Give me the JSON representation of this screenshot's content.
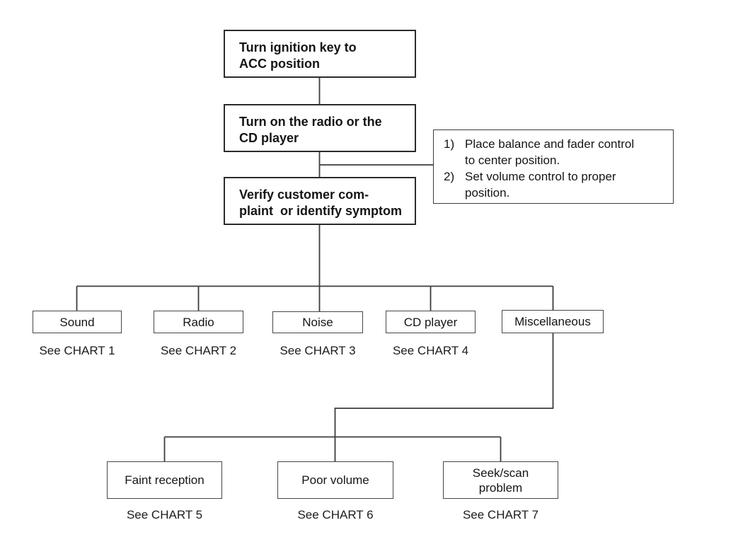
{
  "diagram": {
    "kind": "flowchart",
    "colors": {
      "line": "#3c3c3c",
      "box_border": "#2b2b2b",
      "text": "#151515",
      "background": "#ffffff"
    },
    "steps": [
      {
        "label": "Turn ignition key to\nACC position"
      },
      {
        "label": "Turn on the radio or the\nCD player"
      },
      {
        "label": "Verify customer com-\nplaint  or identify symptom"
      }
    ],
    "note": {
      "items": [
        {
          "num": "1)",
          "text": "Place balance and fader control\nto center position."
        },
        {
          "num": "2)",
          "text": "Set volume control to proper\nposition."
        }
      ]
    },
    "symptoms": [
      {
        "label": "Sound",
        "ref": "See CHART 1"
      },
      {
        "label": "Radio",
        "ref": "See CHART 2"
      },
      {
        "label": "Noise",
        "ref": "See CHART 3"
      },
      {
        "label": "CD player",
        "ref": "See CHART 4"
      },
      {
        "label": "Miscellaneous"
      }
    ],
    "misc_symptoms": [
      {
        "label": "Faint reception",
        "ref": "See CHART 5"
      },
      {
        "label": "Poor volume",
        "ref": "See CHART 6"
      },
      {
        "label": "Seek/scan\nproblem",
        "ref": "See CHART 7"
      }
    ]
  }
}
